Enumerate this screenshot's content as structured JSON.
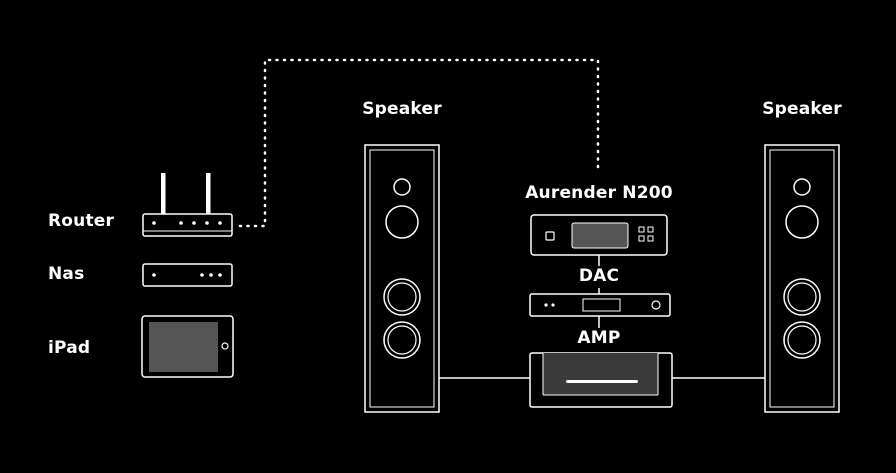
{
  "labels": {
    "router": "Router",
    "nas": "Nas",
    "ipad": "iPad",
    "speaker_left": "Speaker",
    "speaker_right": "Speaker",
    "streamer": "Aurender N200",
    "dac": "DAC",
    "amp": "AMP"
  },
  "colors": {
    "background": "#000000",
    "stroke": "#ffffff",
    "screen": "#555555",
    "amp_face": "#3a3a3a"
  },
  "icons": [
    "router-icon",
    "nas-icon",
    "ipad-icon",
    "speaker-icon",
    "streamer-icon",
    "dac-icon",
    "amp-icon"
  ]
}
